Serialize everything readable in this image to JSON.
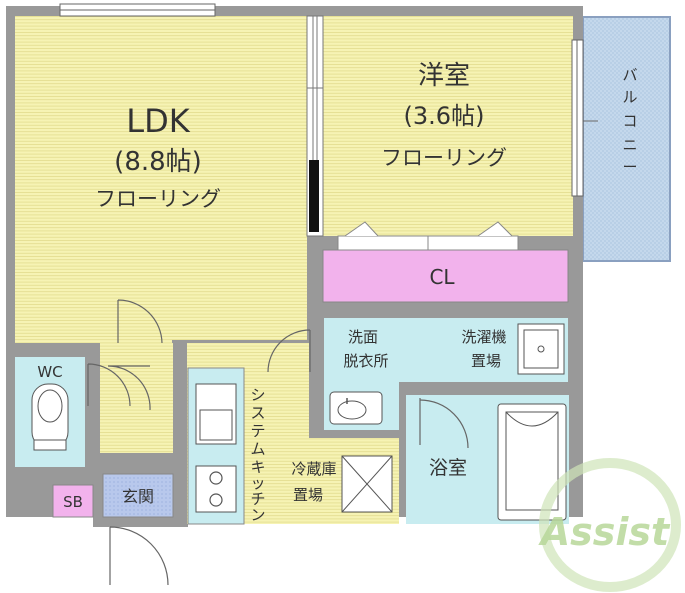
{
  "rooms": {
    "ldk": {
      "name": "LDK",
      "size": "(8.8帖)",
      "floor": "フローリング"
    },
    "western": {
      "name": "洋室",
      "size": "(3.6帖)",
      "floor": "フローリング"
    },
    "closet": {
      "name": "CL"
    },
    "washroom": {
      "name1": "洗面",
      "name2": "脱衣所"
    },
    "laundry": {
      "name1": "洗濯機",
      "name2": "置場"
    },
    "bath": {
      "name": "浴室"
    },
    "wc": {
      "name": "WC"
    },
    "sb": {
      "name": "SB"
    },
    "entrance": {
      "name": "玄関"
    },
    "fridge": {
      "name1": "冷蔵庫",
      "name2": "置場"
    }
  },
  "vertical_labels": {
    "kitchen": [
      "シ",
      "ス",
      "テ",
      "ム",
      "キ",
      "ッ",
      "チ",
      "ン"
    ],
    "balcony": [
      "バ",
      "ル",
      "コ",
      "ニ",
      "ー"
    ]
  },
  "logo": {
    "text": "Assist"
  },
  "colors": {
    "floor": "#f6f3b4",
    "floor_lines": "#e2dc8e",
    "wall": "#999999",
    "closet": "#f2b2ec",
    "wet": "#c8ecf0",
    "sb": "#f2b2ec",
    "genkan": "#b8c8ec",
    "balcony": "#c4d8ec",
    "logo": "#b8d89a"
  }
}
